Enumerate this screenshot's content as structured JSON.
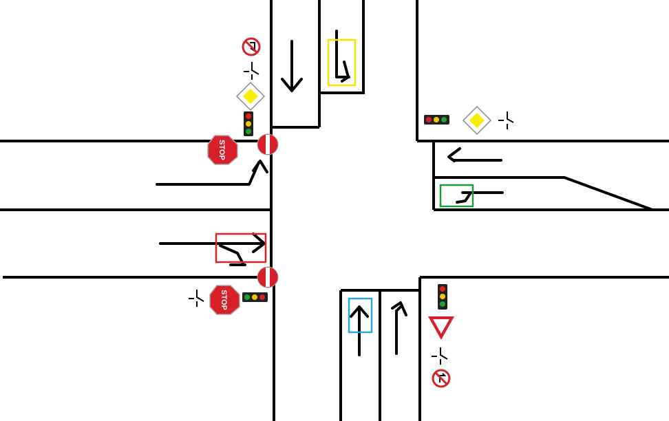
{
  "title": "",
  "signs": {
    "stop_text": "STOP"
  },
  "colors": {
    "road_line": "#000000",
    "arrow": "#000000",
    "box_yellow": "#f5e300",
    "box_green": "#1a9c3a",
    "box_red": "#e0202a",
    "box_blue": "#2aa4e0",
    "sign_red": "#d8202a",
    "priority_yellow": "#f5ee00",
    "light_red": "#e02020",
    "light_yellow": "#f0c800",
    "light_green": "#20a030"
  },
  "elements": {
    "traffic_lights": [
      "north-west-light",
      "south-west-light",
      "north-east-light",
      "south-east-light"
    ],
    "stop_signs": [
      "west-upper-stop",
      "west-lower-stop"
    ],
    "no_entry_signs": [
      "west-upper-no-entry",
      "west-lower-no-entry"
    ],
    "priority_road_signs": [
      "north-west-priority",
      "north-east-priority"
    ],
    "yield_signs": [
      "south-east-yield"
    ],
    "turn_prohibited_signs": [
      "no-left-turn-north",
      "no-left-turn-south"
    ]
  },
  "highlighted_lanes": [
    {
      "color": "yellow",
      "lane": "north-inbound-turn-lane"
    },
    {
      "color": "green",
      "lane": "east-inbound-turn-lane"
    },
    {
      "color": "red",
      "lane": "west-inbound-lane"
    },
    {
      "color": "blue",
      "lane": "south-inbound-straight-lane"
    }
  ]
}
